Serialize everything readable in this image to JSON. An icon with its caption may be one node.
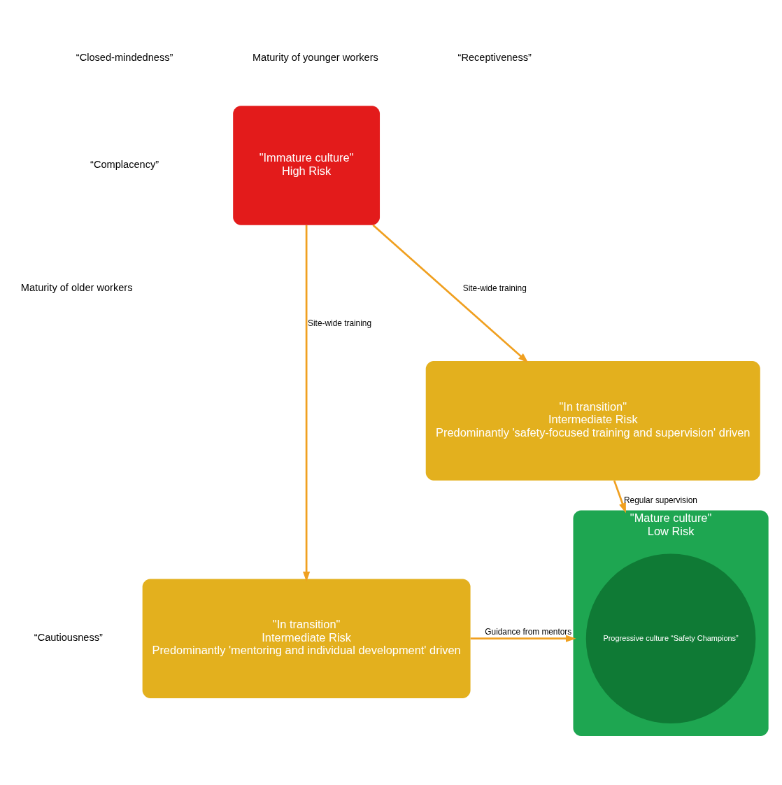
{
  "diagram": {
    "nodes": [
      {
        "text": [
          "\"Immature culture\"",
          "High Risk"
        ]
      },
      {
        "text": [
          "\"In transition\"",
          "Intermediate Risk",
          "Predominantly 'safety-focused training and supervision' driven"
        ]
      },
      {
        "text": [
          "\"In transition\"",
          "Intermediate Risk",
          "Predominantly 'mentoring and individual development' driven"
        ]
      },
      {
        "text": [
          "\"Mature culture\"",
          "Low Risk"
        ]
      },
      {
        "text": [
          "Progressive culture “Safety Champions”"
        ],
        "in": 3
      }
    ],
    "edges": [
      {
        "from": 0,
        "to": 1,
        "arrow": "to",
        "label": "Site-wide training"
      },
      {
        "from": 0,
        "to": 2,
        "arrow": "to",
        "label": "Site-wide training"
      },
      {
        "from": 1,
        "to": 3,
        "arrow": "to",
        "label": "Regular supervision"
      },
      {
        "from": 2,
        "to": 3,
        "arrow": "to",
        "label": "Guidance from mentors"
      }
    ],
    "labels": [
      "“Closed-mindedness”",
      "Maturity of younger workers",
      "“Receptiveness”",
      "“Complacency”",
      "Maturity of older workers",
      "“Cautiousness”"
    ]
  }
}
